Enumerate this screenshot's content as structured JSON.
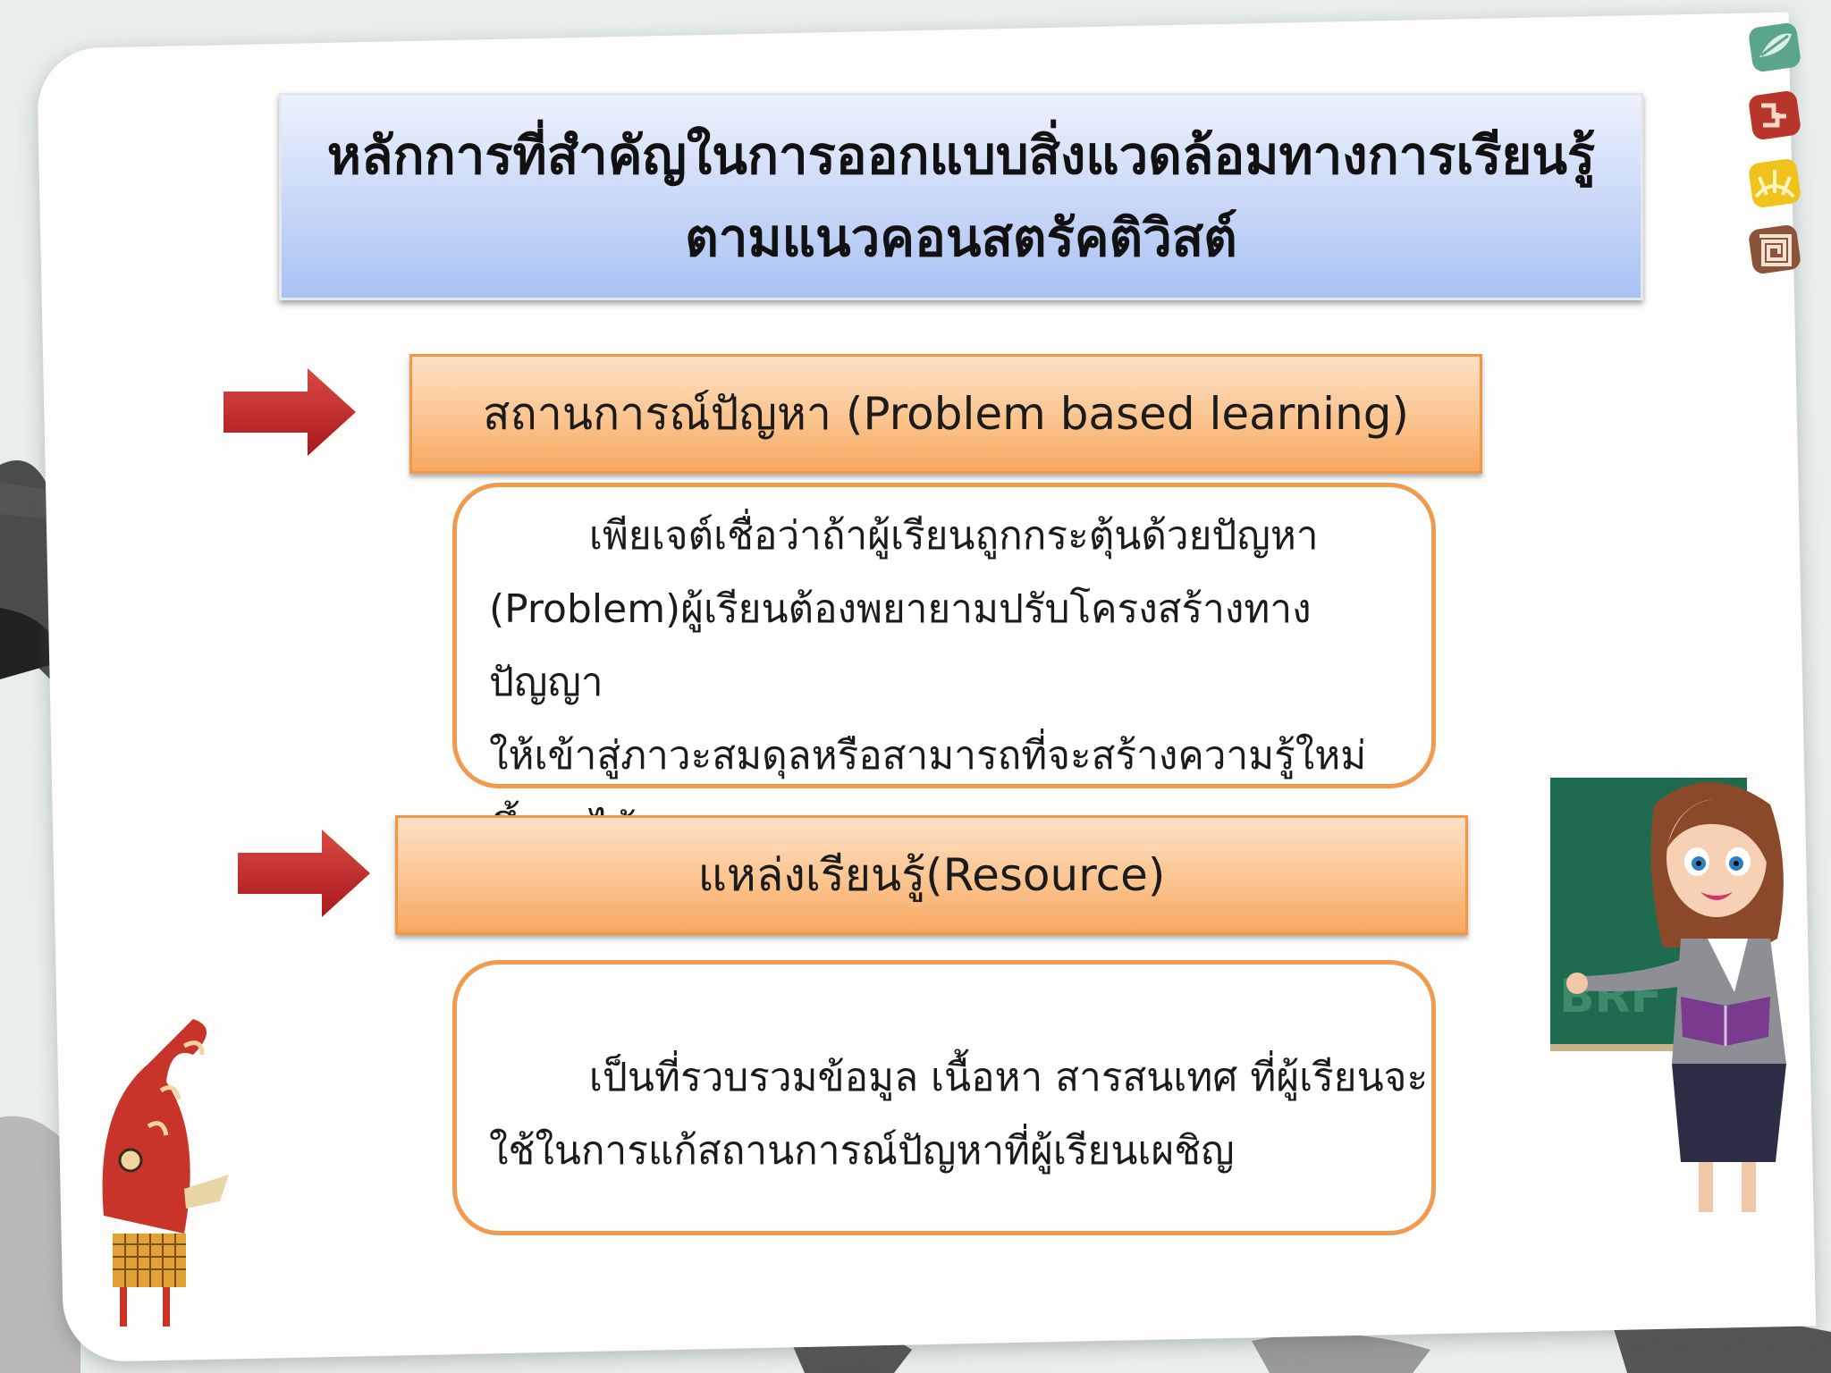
{
  "slide": {
    "title_lines": [
      "หลักการที่สำคัญในการออกแบบสิ่งแวดล้อมทางการเรียนรู้",
      "ตามแนวคอนสตรัคติวิสต์"
    ],
    "sections": [
      {
        "heading": "สถานการณ์ปัญหา (Problem based learning)",
        "body_lines": [
          "        เพียเจต์เชื่อว่าถ้าผู้เรียนถูกกระตุ้นด้วยปัญหา",
          "(Problem)ผู้เรียนต้องพยายามปรับโครงสร้างทางปัญญา",
          "ให้เข้าสู่ภาวะสมดุลหรือสามารถที่จะสร้างความรู้ใหม่",
          "ขึ้นมาได้"
        ]
      },
      {
        "heading": "แหล่งเรียนรู้(Resource)",
        "body_lines": [
          "        เป็นที่รวบรวมข้อมูล เนื้อหา สารสนเทศ ที่ผู้เรียนจะ",
          "ใช้ในการแก้สถานการณ์ปัญหาที่ผู้เรียนเผชิญ"
        ]
      }
    ],
    "board_text": "BRF"
  },
  "colors": {
    "title_gradient_top": "#edf2fd",
    "title_gradient_bottom": "#a9c1f3",
    "heading_fill": "#fbc48f",
    "heading_border": "#f0984a",
    "box_border": "#f09a4e",
    "arrow": "#c0282d",
    "board": "#1f6b50"
  },
  "icons": [
    "leaf-tile-icon",
    "pattern-tile-icon",
    "sun-tile-icon",
    "spiral-tile-icon",
    "right-arrow-icon",
    "teacher-illustration",
    "mascot-illustration"
  ]
}
